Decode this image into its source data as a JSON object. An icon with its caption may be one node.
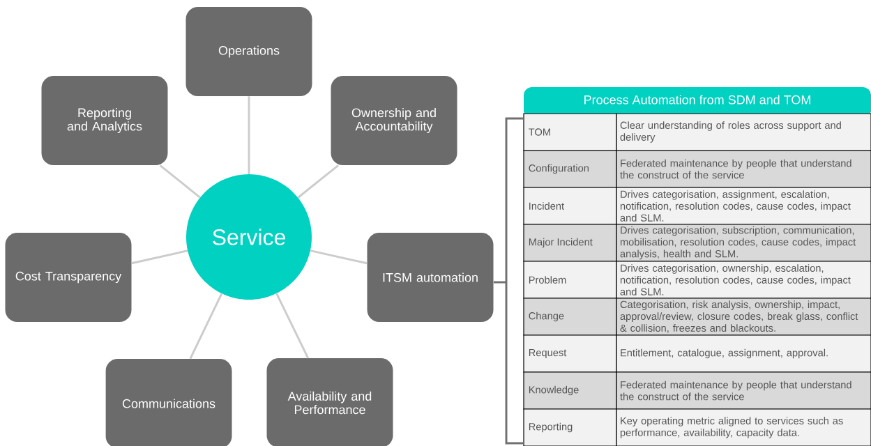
{
  "diagram": {
    "nodes": [
      {
        "text": [
          "Service"
        ]
      },
      {
        "text": [
          "Operations"
        ]
      },
      {
        "text": [
          "Ownership and Accountability"
        ]
      },
      {
        "text": [
          "ITSM automation"
        ]
      },
      {
        "text": [
          "Availability and Performance"
        ]
      },
      {
        "text": [
          "Communications"
        ]
      },
      {
        "text": [
          "Cost Transparency"
        ]
      },
      {
        "text": [
          "Reporting and Analytics"
        ]
      },
      {
        "text": [
          "Process Automation from SDM and TOM"
        ]
      }
    ],
    "edges": [
      {
        "from": 0,
        "to": 1,
        "arrow": "none"
      },
      {
        "from": 0,
        "to": 2,
        "arrow": "none"
      },
      {
        "from": 0,
        "to": 3,
        "arrow": "none"
      },
      {
        "from": 0,
        "to": 4,
        "arrow": "none"
      },
      {
        "from": 0,
        "to": 5,
        "arrow": "none"
      },
      {
        "from": 0,
        "to": 6,
        "arrow": "none"
      },
      {
        "from": 0,
        "to": 7,
        "arrow": "none"
      }
    ],
    "labels": [
      "TOM",
      "Clear understanding of roles across support and delivery",
      "Configuration",
      "Federated maintenance by people that understand the construct of the service",
      "Incident",
      "Drives categorisation, assignment, escalation, notification, resolution codes, cause codes, impact and SLM.",
      "Major Incident",
      "Drives categorisation, subscription, communication, mobilisation, resolution codes, cause codes, impact analysis, health and SLM.",
      "Problem",
      "Drives categorisation, ownership, escalation, notification, resolution codes, cause codes, impact and SLM.",
      "Change",
      "Categorisation, risk analysis, ownership, impact, approval/review, closure codes, break glass, conflict & collision, freezes and blackouts.",
      "Request",
      "Entitlement, catalogue, assignment, approval.",
      "Knowledge",
      "Federated maintenance by people that understand the construct of the service",
      "Reporting",
      "Key operating metric aligned to services such as performance, availability, capacity data."
    ]
  }
}
